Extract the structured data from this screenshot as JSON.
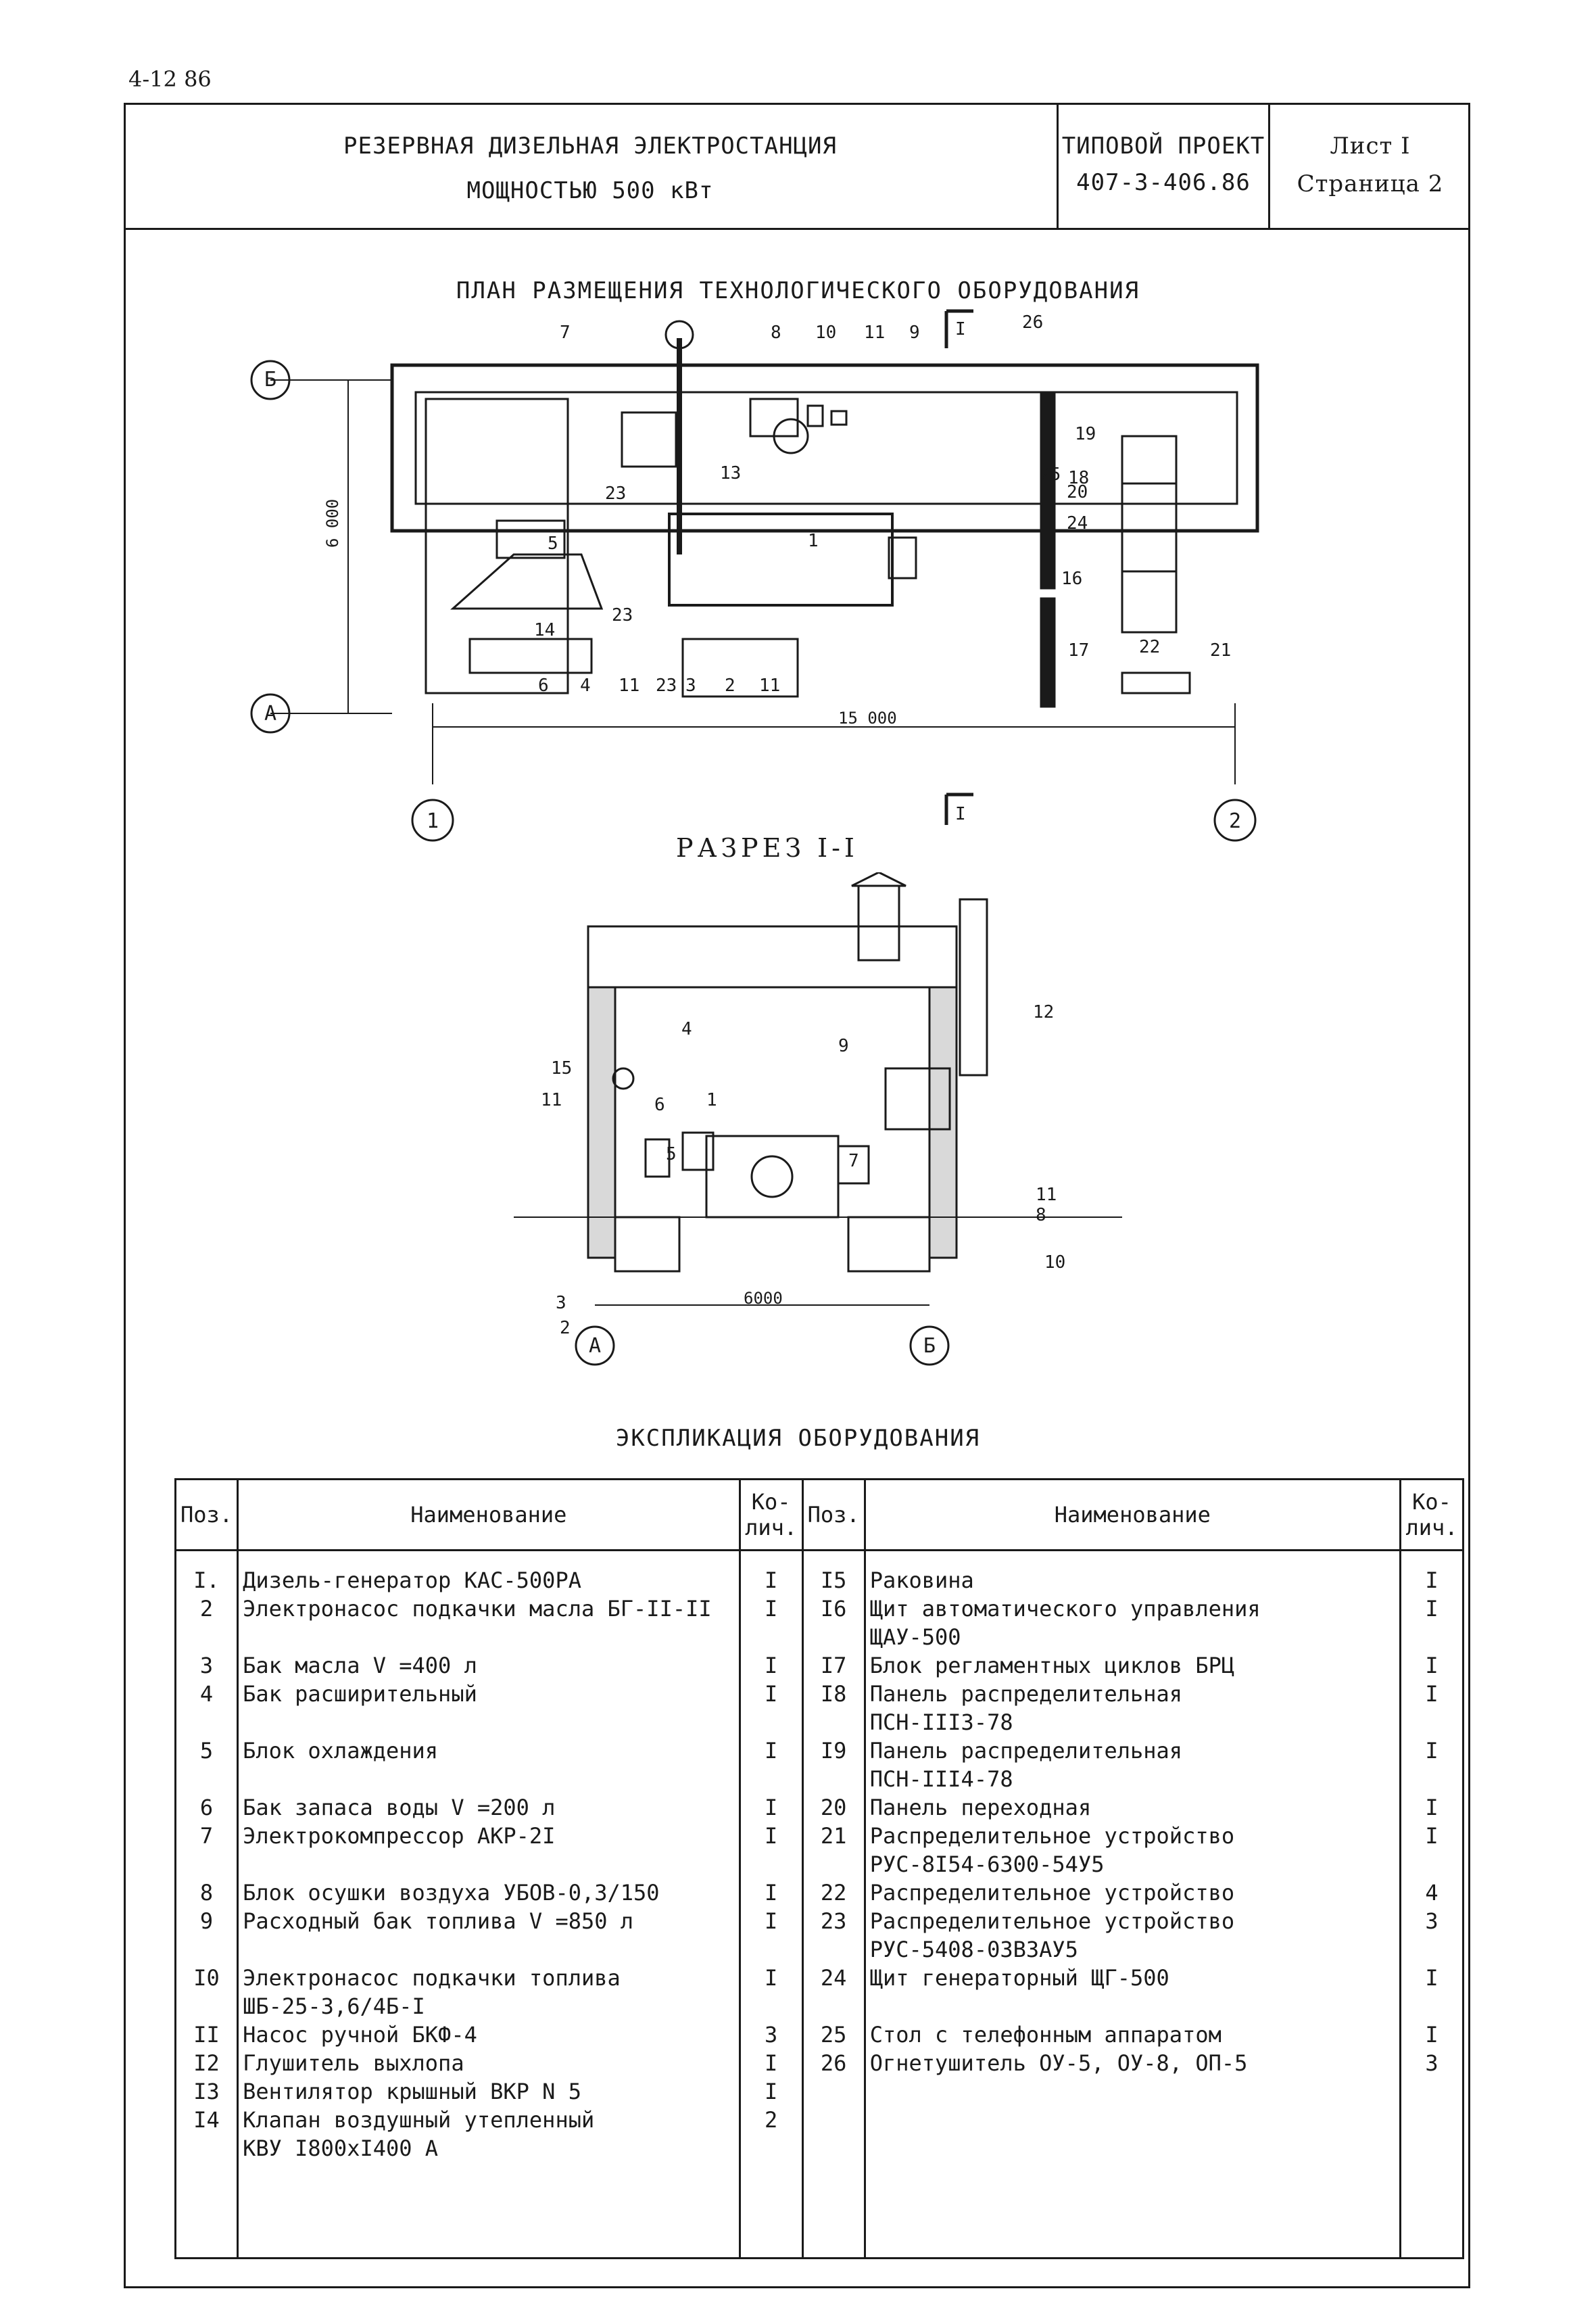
{
  "doc_code": "4-12 86",
  "header": {
    "title_line1": "РЕЗЕРВНАЯ ДИЗЕЛЬНАЯ ЭЛЕКТРОСТАНЦИЯ",
    "title_line2": "МОЩНОСТЬЮ  500 кВт",
    "project_label": "ТИПОВОЙ ПРОЕКТ",
    "project_number": "407-3-406.86",
    "sheet": "Лист I",
    "page": "Страница 2"
  },
  "plan": {
    "title": "ПЛАН РАЗМЕЩЕНИЯ ТЕХНОЛОГИЧЕСКОГО ОБОРУДОВАНИЯ",
    "axis_b": "Б",
    "axis_a": "А",
    "axis_1": "1",
    "axis_2": "2",
    "dim_height": "6 000",
    "dim_width": "15 000",
    "section_mark": "I",
    "callouts": {
      "p1": "1",
      "p2": "2",
      "p3": "3",
      "p4": "4",
      "p5": "5",
      "p6": "6",
      "p7": "7",
      "p8": "8",
      "p9": "9",
      "p10": "10",
      "p11a": "11",
      "p11b": "11",
      "p11c": "11",
      "p13": "13",
      "p14": "14",
      "p16": "16",
      "p17": "17",
      "p18": "18",
      "p19": "19",
      "p20": "20",
      "p21": "21",
      "p22": "22",
      "p23a": "23",
      "p23b": "23",
      "p23c": "23",
      "p24": "24",
      "p25": "25",
      "p26": "26"
    }
  },
  "section": {
    "title": "РАЗРЕЗ  I-I",
    "axis_a": "А",
    "axis_b": "Б",
    "dim": "6000",
    "callouts": {
      "s1": "1",
      "s2": "2",
      "s3": "3",
      "s4": "4",
      "s5": "5",
      "s6": "6",
      "s7": "7",
      "s8": "8",
      "s9": "9",
      "s10": "10",
      "s11a": "11",
      "s11b": "11",
      "s12": "12",
      "s15": "15"
    }
  },
  "explication": {
    "title": "ЭКСПЛИКАЦИЯ ОБОРУДОВАНИЯ",
    "headers": {
      "pos": "Поз.",
      "name": "Наименование",
      "qty": "Ко- лич.",
      "pos2": "Поз.",
      "name2": "Наименование",
      "qty2": "Ко- лич."
    },
    "left_rows": [
      {
        "pos": "I.",
        "name": "Дизель-генератор КАС-500РА",
        "qty": "I"
      },
      {
        "pos": "2",
        "name": "Электронасос подкачки масла БГ-II-II",
        "qty": "I"
      },
      {
        "pos": "3",
        "name": "Бак масла V =400 л",
        "qty": "I"
      },
      {
        "pos": "4",
        "name": "Бак расширительный",
        "qty": "I"
      },
      {
        "pos": "5",
        "name": "Блок охлаждения",
        "qty": "I"
      },
      {
        "pos": "6",
        "name": "Бак запаса воды  V =200  л",
        "qty": "I"
      },
      {
        "pos": "7",
        "name": "Электрокомпрессор АКР-2I",
        "qty": "I"
      },
      {
        "pos": "8",
        "name": "Блок осушки воздуха УБОВ-0,3/150",
        "qty": "I"
      },
      {
        "pos": "9",
        "name": "Расходный бак топлива   V =850  л",
        "qty": "I"
      },
      {
        "pos": "I0",
        "name": "Электронасос подкачки топлива\nШБ-25-3,6/4Б-I",
        "qty": "I"
      },
      {
        "pos": "II",
        "name": "Насос ручной БКФ-4",
        "qty": "3"
      },
      {
        "pos": "I2",
        "name": "Глушитель выхлопа",
        "qty": "I"
      },
      {
        "pos": "I3",
        "name": "Вентилятор крышный ВКР  N 5",
        "qty": "I"
      },
      {
        "pos": "I4",
        "name": "Клапан воздушный утепленный\nКВУ I800хI400 А",
        "qty": "2"
      }
    ],
    "right_rows": [
      {
        "pos": "I5",
        "name": "Раковина",
        "qty": "I"
      },
      {
        "pos": "I6",
        "name": "Щит автоматического управления\nЩАУ-500",
        "qty": "I"
      },
      {
        "pos": "I7",
        "name": "Блок регламентных циклов БРЦ",
        "qty": "I"
      },
      {
        "pos": "I8",
        "name": "Панель распределительная\nПСН-III3-78",
        "qty": "I"
      },
      {
        "pos": "I9",
        "name": "Панель распределительная\nПСН-III4-78",
        "qty": "I"
      },
      {
        "pos": "20",
        "name": "Панель переходная",
        "qty": "I"
      },
      {
        "pos": "21",
        "name": "Распределительное устройство\nРУС-8I54-6300-54У5",
        "qty": "I"
      },
      {
        "pos": "22",
        "name": "Распределительное устройство",
        "qty": "4"
      },
      {
        "pos": "23",
        "name": "Распределительное устройство\nРУС-5408-03В3АУ5",
        "qty": "3"
      },
      {
        "pos": "24",
        "name": "Щит генераторный  ЩГ-500",
        "qty": "I"
      },
      {
        "pos": "25",
        "name": "Стол с телефонным аппаратом",
        "qty": "I"
      },
      {
        "pos": "26",
        "name": "Огнетушитель ОУ-5, ОУ-8, ОП-5",
        "qty": "3"
      }
    ]
  },
  "colors": {
    "ink": "#1a1a1a",
    "paper": "#ffffff"
  }
}
